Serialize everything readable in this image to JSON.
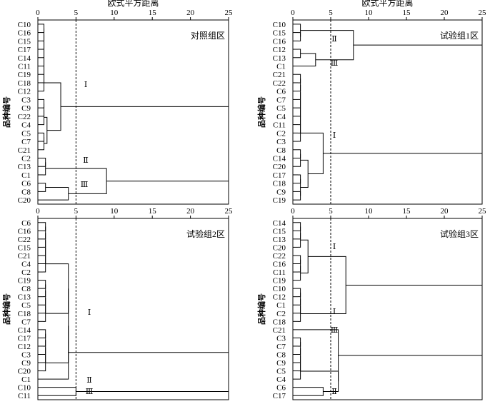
{
  "chart_data": [
    {
      "type": "dendrogram",
      "xlabel": "欧式平方距离",
      "ylabel": "品种编号",
      "xlim": [
        0,
        25
      ],
      "xticks": [
        0,
        5,
        10,
        15,
        20,
        25
      ],
      "cut_line": 5,
      "group_label": "对照组区",
      "leaves": [
        "C10",
        "C16",
        "C15",
        "C17",
        "C14",
        "C11",
        "C19",
        "C18",
        "C12",
        "C3",
        "C9",
        "C22",
        "C4",
        "C5",
        "C7",
        "C21",
        "C2",
        "C13",
        "C1",
        "C6",
        "C8",
        "C20"
      ],
      "merges": [
        [
          0,
          1,
          0.8
        ],
        [
          22,
          2,
          0.8
        ],
        [
          23,
          3,
          0.8
        ],
        [
          24,
          4,
          0.8
        ],
        [
          25,
          5,
          0.8
        ],
        [
          26,
          6,
          0.8
        ],
        [
          27,
          7,
          0.8
        ],
        [
          28,
          8,
          0.8
        ],
        [
          9,
          10,
          0.8
        ],
        [
          30,
          11,
          0.8
        ],
        [
          31,
          12,
          0.8
        ],
        [
          13,
          14,
          0.8
        ],
        [
          33,
          15,
          0.8
        ],
        [
          32,
          34,
          1.2
        ],
        [
          29,
          35,
          3.0
        ],
        [
          16,
          17,
          1.0
        ],
        [
          37,
          18,
          1.0
        ],
        [
          19,
          20,
          1.0
        ],
        [
          39,
          21,
          4.0
        ],
        [
          38,
          40,
          9.0
        ],
        [
          36,
          41,
          25.0
        ]
      ],
      "clusters": [
        {
          "label": "Ⅰ",
          "dist": 3.0
        },
        {
          "label": "Ⅱ",
          "dist": 9.0
        },
        {
          "label": "Ⅲ",
          "dist": 4.0
        }
      ]
    },
    {
      "type": "dendrogram",
      "xlabel": "欧式平方距离",
      "ylabel": "品种编号",
      "xlim": [
        0,
        25
      ],
      "xticks": [
        0,
        5,
        10,
        15,
        20,
        25
      ],
      "cut_line": 5,
      "group_label": "试验组1区",
      "leaves": [
        "C10",
        "C15",
        "C16",
        "C12",
        "C13",
        "C1",
        "C21",
        "C22",
        "C6",
        "C7",
        "C5",
        "C4",
        "C11",
        "C2",
        "C3",
        "C8",
        "C14",
        "C20",
        "C17",
        "C18",
        "C9",
        "C19"
      ],
      "merges": [
        [
          1,
          2,
          1.0
        ],
        [
          0,
          22,
          1.0
        ],
        [
          3,
          4,
          1.0
        ],
        [
          24,
          5,
          3.0
        ],
        [
          23,
          25,
          8.0
        ],
        [
          6,
          7,
          1.0
        ],
        [
          27,
          8,
          1.0
        ],
        [
          28,
          9,
          1.0
        ],
        [
          29,
          10,
          1.0
        ],
        [
          30,
          11,
          1.0
        ],
        [
          31,
          12,
          1.0
        ],
        [
          32,
          13,
          1.0
        ],
        [
          33,
          14,
          1.0
        ],
        [
          15,
          16,
          1.0
        ],
        [
          35,
          17,
          1.0
        ],
        [
          18,
          19,
          1.0
        ],
        [
          20,
          21,
          1.0
        ],
        [
          37,
          38,
          1.0
        ],
        [
          36,
          39,
          2.0
        ],
        [
          34,
          40,
          4.0
        ],
        [
          26,
          41,
          25.0
        ]
      ],
      "clusters": [
        {
          "label": "Ⅱ",
          "dist": 8.0
        },
        {
          "label": "Ⅲ",
          "dist": 3.0
        },
        {
          "label": "Ⅰ",
          "dist": 4.0
        }
      ]
    },
    {
      "type": "dendrogram",
      "xlabel": "",
      "ylabel": "品种编号",
      "xlim": [
        0,
        25
      ],
      "xticks": [
        0,
        5,
        10,
        15,
        20,
        25
      ],
      "cut_line": 5,
      "group_label": "试验组2区",
      "leaves": [
        "C6",
        "C16",
        "C22",
        "C15",
        "C21",
        "C4",
        "C2",
        "C19",
        "C8",
        "C13",
        "C5",
        "C18",
        "C7",
        "C14",
        "C17",
        "C12",
        "C3",
        "C9",
        "C20",
        "C1",
        "C10",
        "C11"
      ],
      "merges": [
        [
          0,
          1,
          1.0
        ],
        [
          22,
          2,
          1.0
        ],
        [
          23,
          3,
          1.0
        ],
        [
          24,
          4,
          1.0
        ],
        [
          25,
          5,
          1.0
        ],
        [
          26,
          6,
          1.0
        ],
        [
          7,
          8,
          1.0
        ],
        [
          28,
          9,
          1.0
        ],
        [
          29,
          10,
          1.0
        ],
        [
          30,
          11,
          1.0
        ],
        [
          31,
          12,
          1.0
        ],
        [
          27,
          32,
          4.0
        ],
        [
          13,
          14,
          1.0
        ],
        [
          34,
          15,
          1.0
        ],
        [
          35,
          16,
          1.0
        ],
        [
          36,
          17,
          1.0
        ],
        [
          37,
          18,
          1.0
        ],
        [
          33,
          38,
          4.0
        ],
        [
          39,
          19,
          4.0
        ],
        [
          20,
          21,
          5.0
        ],
        [
          40,
          41,
          25.0
        ]
      ],
      "clusters": [
        {
          "label": "Ⅰ",
          "dist": 4.0
        },
        {
          "label": "Ⅱ",
          "dist": 5.0
        },
        {
          "label": "Ⅲ",
          "dist": 5.0
        }
      ]
    },
    {
      "type": "dendrogram",
      "xlabel": "",
      "ylabel": "品种编号",
      "xlim": [
        0,
        25
      ],
      "xticks": [
        0,
        5,
        10,
        15,
        20,
        25
      ],
      "cut_line": 5,
      "group_label": "试验组3区",
      "leaves": [
        "C14",
        "C15",
        "C13",
        "C20",
        "C22",
        "C16",
        "C11",
        "C19",
        "C10",
        "C12",
        "C1",
        "C2",
        "C18",
        "C21",
        "C3",
        "C7",
        "C8",
        "C9",
        "C5",
        "C4",
        "C6",
        "C17"
      ],
      "merges": [
        [
          0,
          1,
          1.0
        ],
        [
          22,
          2,
          1.0
        ],
        [
          23,
          3,
          1.0
        ],
        [
          4,
          5,
          1.0
        ],
        [
          25,
          6,
          1.0
        ],
        [
          26,
          7,
          1.0
        ],
        [
          24,
          27,
          2.0
        ],
        [
          8,
          9,
          1.0
        ],
        [
          29,
          10,
          1.0
        ],
        [
          30,
          11,
          1.0
        ],
        [
          31,
          12,
          1.0
        ],
        [
          28,
          32,
          7.0
        ],
        [
          14,
          15,
          1.0
        ],
        [
          34,
          16,
          1.0
        ],
        [
          35,
          17,
          1.0
        ],
        [
          36,
          18,
          1.0
        ],
        [
          37,
          19,
          1.0
        ],
        [
          20,
          21,
          4.0
        ],
        [
          38,
          39,
          6.0
        ],
        [
          13,
          40,
          6.0
        ],
        [
          33,
          41,
          25.0
        ]
      ],
      "clusters": [
        {
          "label": "Ⅰ",
          "dist": 2.0
        },
        {
          "label": "Ⅰ",
          "dist": 7.0
        },
        {
          "label": "Ⅲ",
          "dist": 6.0
        },
        {
          "label": "Ⅱ",
          "dist": 6.0
        }
      ]
    }
  ]
}
